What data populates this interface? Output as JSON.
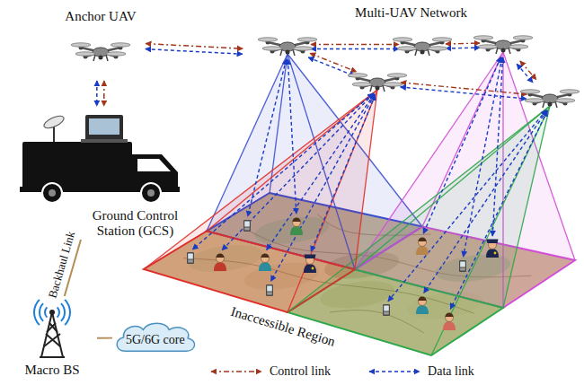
{
  "diagram": {
    "nodes": [
      {
        "text": [
          "Anchor UAV"
        ]
      },
      {
        "text": [
          "Multi-UAV Network"
        ]
      },
      {
        "text": [
          "Ground Control Station (GCS)"
        ]
      },
      {
        "text": [
          "Macro BS"
        ]
      },
      {
        "text": [
          "5G/6G core"
        ]
      },
      {
        "text": [
          "Inaccessible Region"
        ]
      }
    ],
    "edges": [
      {
        "from": 0,
        "to": 2,
        "arrow": "both"
      },
      {
        "from": 0,
        "to": 1,
        "arrow": "both"
      },
      {
        "from": 2,
        "to": 3,
        "label": "Backhaul Link",
        "arrow": "none"
      },
      {
        "from": 3,
        "to": 4,
        "arrow": "none"
      }
    ],
    "legend": [
      {
        "text": "Control link"
      },
      {
        "text": "Data link"
      }
    ]
  }
}
